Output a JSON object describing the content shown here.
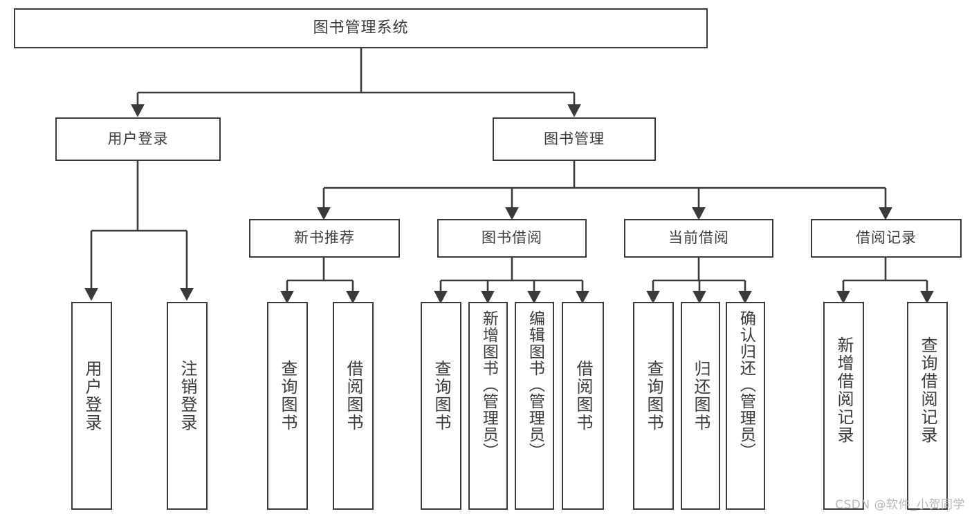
{
  "diagram": {
    "title": "图书管理系统",
    "type": "tree-hierarchy-chart",
    "watermark": "CSDN @软件_小贺同学",
    "colors": {
      "box_border": "#3a3a3a",
      "connector": "#3a3a3a",
      "text": "#3c3c3c",
      "background": "#ffffff",
      "watermark": "#b9b9b9"
    },
    "root": {
      "label": "图书管理系统"
    },
    "level2": [
      {
        "label": "用户登录"
      },
      {
        "label": "图书管理"
      }
    ],
    "level3": [
      {
        "label": "新书推荐"
      },
      {
        "label": "图书借阅"
      },
      {
        "label": "当前借阅"
      },
      {
        "label": "借阅记录"
      }
    ],
    "leaves": {
      "user_login": [
        {
          "label": "用户登录"
        },
        {
          "label": "注销登录"
        }
      ],
      "new_book_recommend": [
        {
          "label": "查询图书"
        },
        {
          "label": "借阅图书"
        }
      ],
      "book_borrow": [
        {
          "label": "查询图书"
        },
        {
          "label": "新增图书（管理员）"
        },
        {
          "label": "编辑图书（管理员）"
        },
        {
          "label": "借阅图书"
        }
      ],
      "current_borrow": [
        {
          "label": "查询图书"
        },
        {
          "label": "归还图书"
        },
        {
          "label": "确认归还（管理员）"
        }
      ],
      "borrow_record": [
        {
          "label": "新增借阅记录"
        },
        {
          "label": "查询借阅记录"
        }
      ]
    }
  }
}
